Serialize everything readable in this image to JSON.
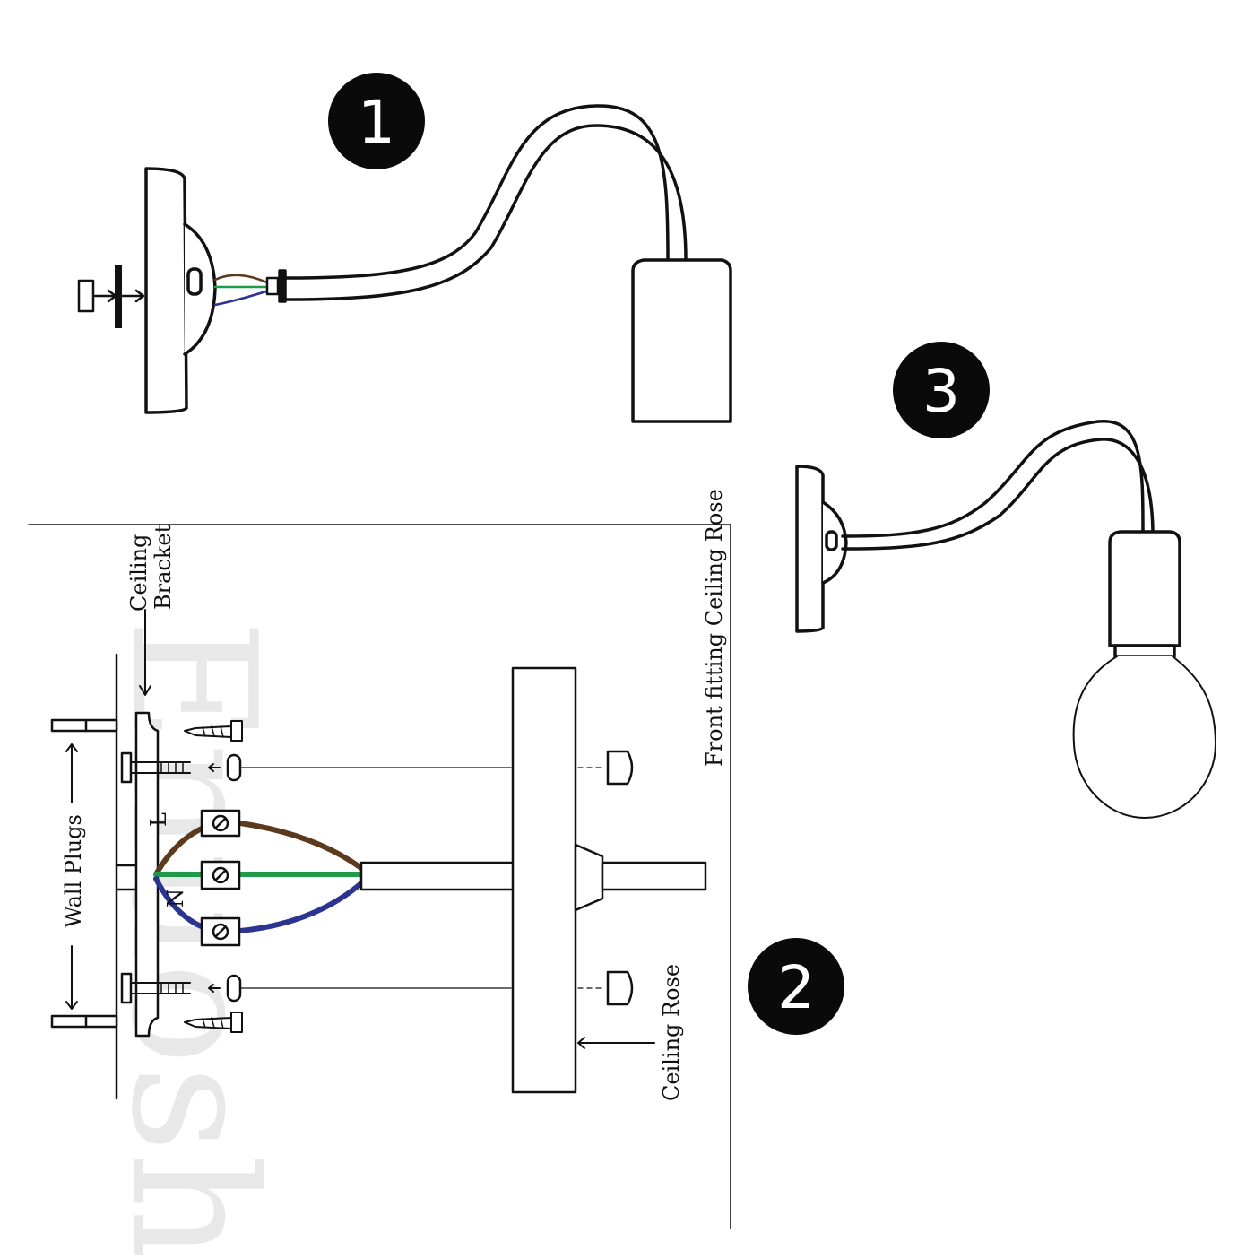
{
  "steps": {
    "step1": "1",
    "step2": "2",
    "step3": "3"
  },
  "labels": {
    "ceiling_bracket_line1": "Ceiling",
    "ceiling_bracket_line2": "Bracket",
    "front_fitting": "Front fitting Ceiling Rose",
    "wall_plugs": "Wall Plugs",
    "ceiling_rose": "Ceiling Rose",
    "live": "L",
    "neutral": "N"
  },
  "colors": {
    "live_wire": "#5c3a1e",
    "earth_wire": "#1f9a4a",
    "neutral_wire": "#2b3490",
    "line": "#111111",
    "badge": "#0a0a0a"
  },
  "icons": {
    "step_badge": "filled-circle",
    "terminal": "screw-terminal-block",
    "screw": "wood-screw",
    "bulb": "globe-bulb"
  },
  "watermark": "Enuoshi"
}
